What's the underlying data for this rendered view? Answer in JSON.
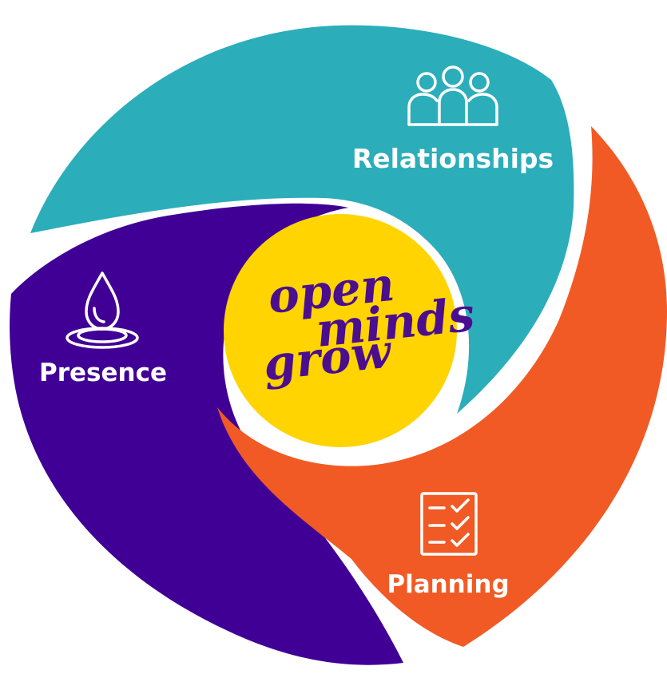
{
  "segments": [
    {
      "id": "relationships",
      "label": "Relationships",
      "icon": "people-group-icon",
      "color": "#2badba"
    },
    {
      "id": "planning",
      "label": "Planning",
      "icon": "checklist-icon",
      "color": "#f15a24"
    },
    {
      "id": "presence",
      "label": "Presence",
      "icon": "water-drop-icon",
      "color": "#400096"
    }
  ],
  "center": {
    "color": "#ffd400",
    "logo_lines": [
      "open",
      "minds",
      "grow"
    ],
    "logo_color": "#4a0e8f"
  }
}
